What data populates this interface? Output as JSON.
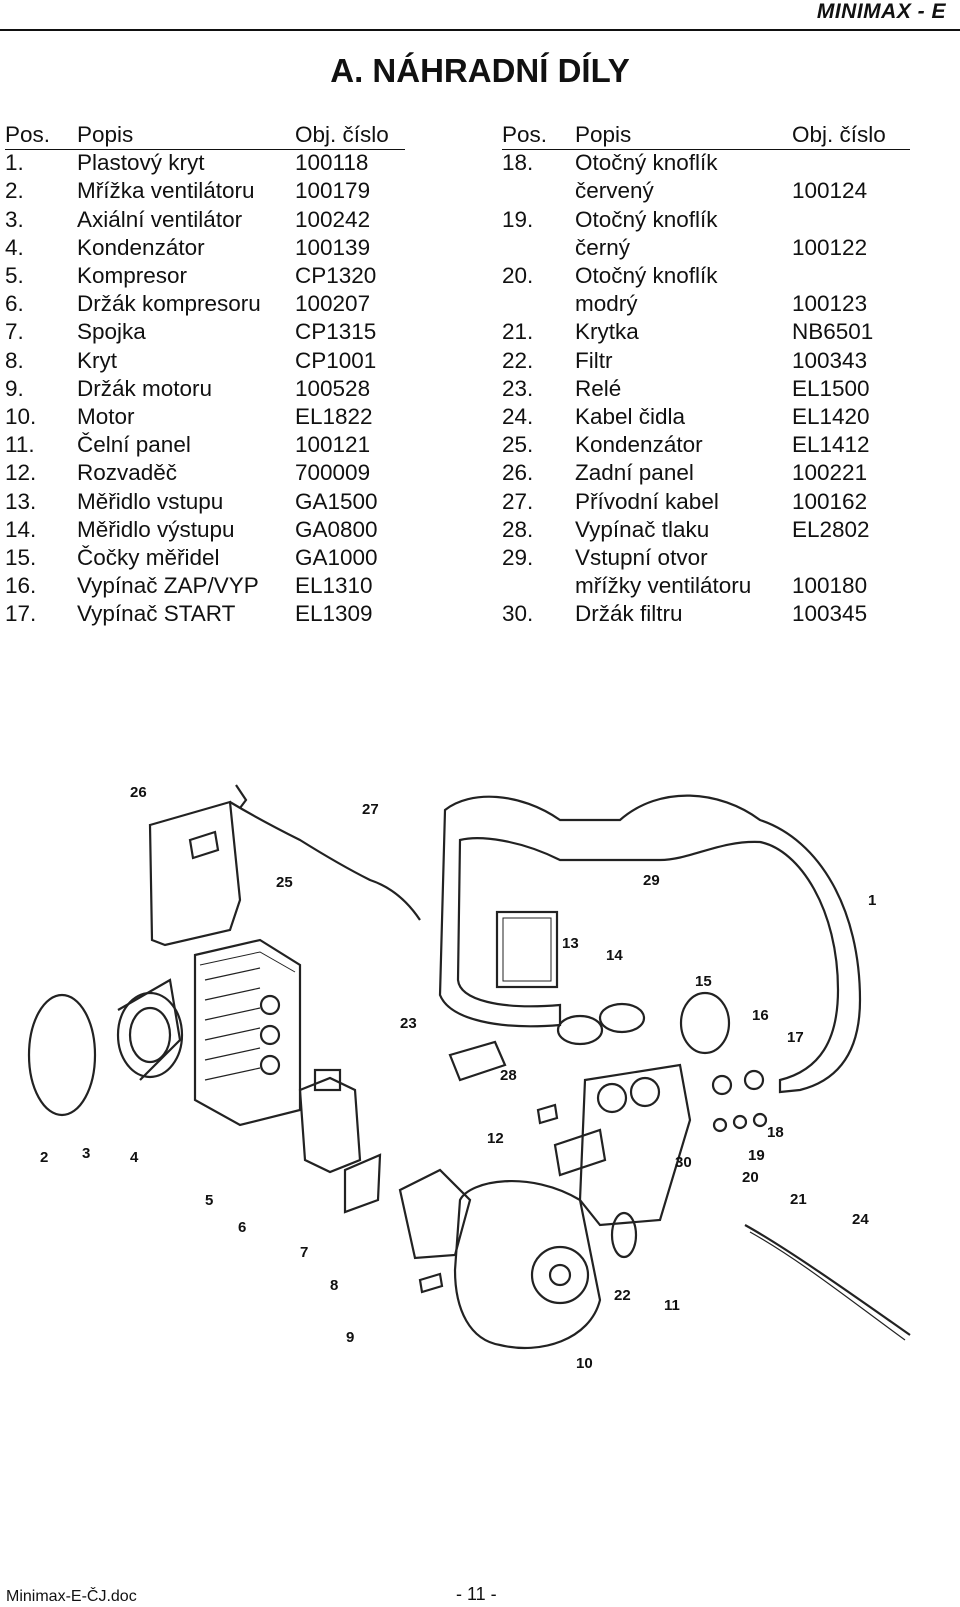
{
  "header": {
    "doc_title": "MINIMAX - E"
  },
  "page_title": "A. NÁHRADNÍ  DÍLY",
  "table_headers": {
    "pos": "Pos.",
    "popis": "Popis",
    "cislo": "Obj. číslo"
  },
  "left_parts": [
    {
      "pos": "1.",
      "name": "Plastový kryt",
      "code": "100118"
    },
    {
      "pos": "2.",
      "name": "Mřížka ventilátoru",
      "code": "100179"
    },
    {
      "pos": "3.",
      "name": "Axiální ventilátor",
      "code": "100242"
    },
    {
      "pos": "4.",
      "name": "Kondenzátor",
      "code": "100139"
    },
    {
      "pos": "5.",
      "name": "Kompresor",
      "code": "CP1320"
    },
    {
      "pos": "6.",
      "name": "Držák kompresoru",
      "code": "100207"
    },
    {
      "pos": "7.",
      "name": "Spojka",
      "code": "CP1315"
    },
    {
      "pos": "8.",
      "name": "Kryt",
      "code": "CP1001"
    },
    {
      "pos": "9.",
      "name": "Držák motoru",
      "code": "100528"
    },
    {
      "pos": "10.",
      "name": "Motor",
      "code": "EL1822"
    },
    {
      "pos": "11.",
      "name": "Čelní panel",
      "code": "100121"
    },
    {
      "pos": "12.",
      "name": "Rozvaděč",
      "code": "700009"
    },
    {
      "pos": "13.",
      "name": "Měřidlo vstupu",
      "code": "GA1500"
    },
    {
      "pos": "14.",
      "name": "Měřidlo výstupu",
      "code": "GA0800"
    },
    {
      "pos": "15.",
      "name": "Čočky měřidel",
      "code": "GA1000"
    },
    {
      "pos": "16.",
      "name": "Vypínač ZAP/VYP",
      "code": "EL1310"
    },
    {
      "pos": "17.",
      "name": "Vypínač START",
      "code": "EL1309"
    }
  ],
  "right_parts": [
    {
      "pos": "18.",
      "name": "Otočný knoflík",
      "code": ""
    },
    {
      "pos": "",
      "name": "červený",
      "code": "100124"
    },
    {
      "pos": "19.",
      "name": "Otočný knoflík",
      "code": ""
    },
    {
      "pos": "",
      "name": "černý",
      "code": "100122"
    },
    {
      "pos": "20.",
      "name": "Otočný knoflík",
      "code": ""
    },
    {
      "pos": "",
      "name": "modrý",
      "code": "100123"
    },
    {
      "pos": "21.",
      "name": "Krytka",
      "code": "NB6501"
    },
    {
      "pos": "22.",
      "name": "Filtr",
      "code": "100343"
    },
    {
      "pos": "23.",
      "name": "Relé",
      "code": "EL1500"
    },
    {
      "pos": "24.",
      "name": "Kabel čidla",
      "code": "EL1420"
    },
    {
      "pos": "25.",
      "name": "Kondenzátor",
      "code": "EL1412"
    },
    {
      "pos": "26.",
      "name": "Zadní panel",
      "code": "100221"
    },
    {
      "pos": "27.",
      "name": "Přívodní kabel",
      "code": "100162"
    },
    {
      "pos": "28.",
      "name": "Vypínač tlaku",
      "code": "EL2802"
    },
    {
      "pos": "29.",
      "name": "Vstupní otvor",
      "code": ""
    },
    {
      "pos": "",
      "name": "mřížky ventilátoru",
      "code": "100180"
    },
    {
      "pos": "30.",
      "name": "Držák filtru",
      "code": "100345"
    }
  ],
  "diagram_callouts": [
    "1",
    "2",
    "3",
    "4",
    "5",
    "6",
    "7",
    "8",
    "9",
    "10",
    "11",
    "12",
    "13",
    "14",
    "15",
    "16",
    "17",
    "18",
    "19",
    "20",
    "21",
    "22",
    "23",
    "24",
    "25",
    "26",
    "27",
    "28",
    "29",
    "30"
  ],
  "footer": {
    "filename": "Minimax-E-ČJ.doc",
    "page": "- 11 -"
  }
}
